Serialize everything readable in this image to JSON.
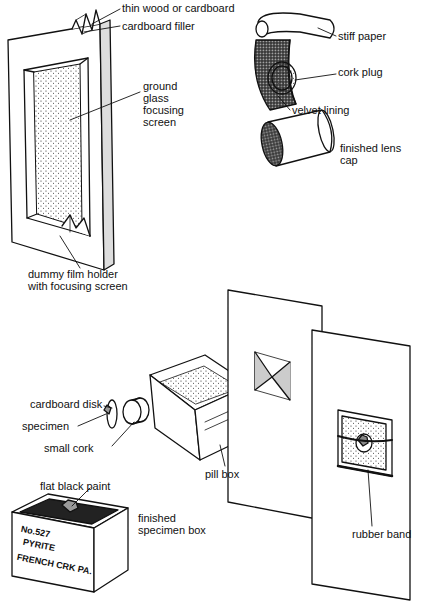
{
  "diagram": {
    "labels": [
      "thin wood or cardboard",
      "cardboard filler",
      "ground glass focusing screen",
      "dummy film holder with focusing screen",
      "stiff paper",
      "cork plug",
      "velvet lining",
      "finished lens cap",
      "cardboard disk",
      "specimen",
      "small cork",
      "flat black paint",
      "finished specimen box",
      "pill box",
      "rubber band",
      "No.527",
      "PYRITE",
      "FRENCH CRK PA."
    ]
  }
}
